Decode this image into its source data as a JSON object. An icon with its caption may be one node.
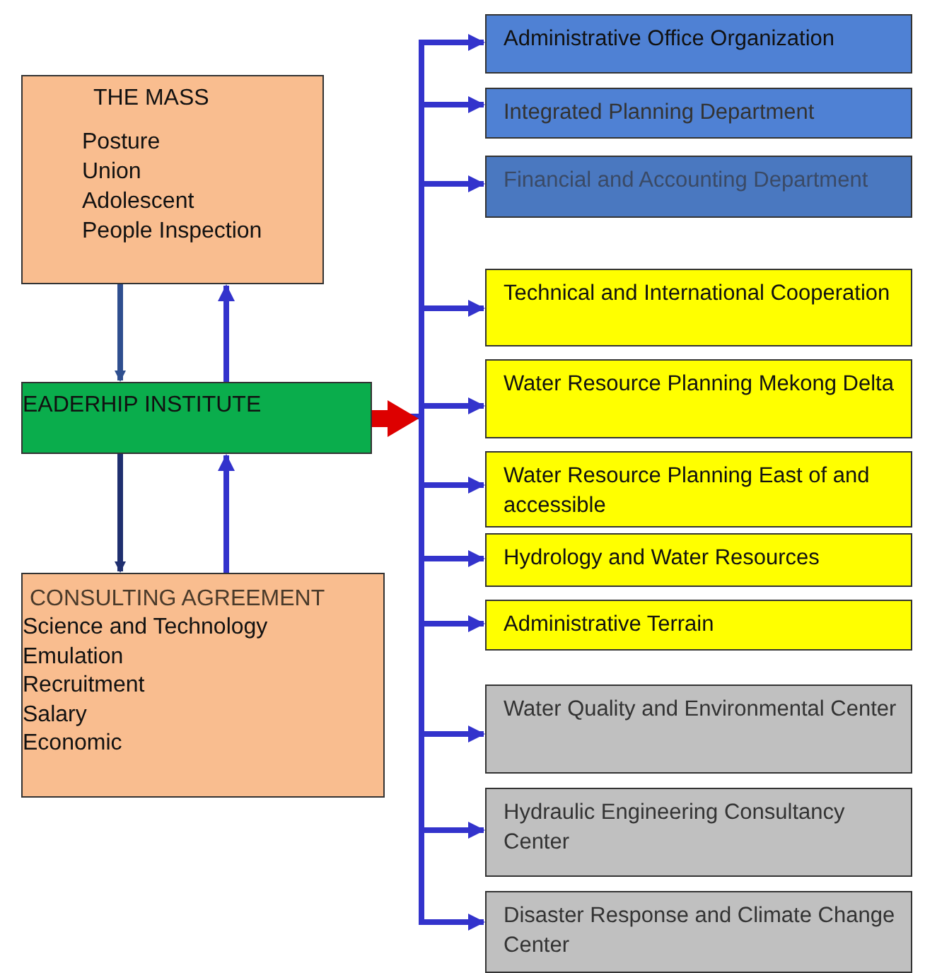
{
  "diagram": {
    "nodes": [
      {
        "text": [
          "THE MASS",
          "Posture",
          "Union",
          "Adolescent",
          "People Inspection"
        ]
      },
      {
        "text": [
          "EADERHIP INSTITUTE"
        ]
      },
      {
        "text": [
          "CONSULTING AGREEMENT",
          "Science and Technology",
          "Emulation",
          "Recruitment",
          "Salary",
          "Economic"
        ]
      },
      {
        "text": [
          "Administrative Office Organization"
        ]
      },
      {
        "text": [
          "Integrated Planning Department"
        ]
      },
      {
        "text": [
          "Financial and Accounting Department"
        ]
      },
      {
        "text": [
          "Technical and International Cooperation"
        ]
      },
      {
        "text": [
          "Water Resource Planning Mekong Delta"
        ]
      },
      {
        "text": [
          "Water Resource Planning East of and accessible"
        ]
      },
      {
        "text": [
          "Hydrology and Water Resources"
        ]
      },
      {
        "text": [
          "Administrative Terrain"
        ]
      },
      {
        "text": [
          "Water Quality and Environmental Center"
        ]
      },
      {
        "text": [
          "Hydraulic Engineering Consultancy Center"
        ]
      },
      {
        "text": [
          "Disaster Response and Climate Change Center"
        ]
      }
    ],
    "edges": [
      {
        "from": 0,
        "to": 1,
        "arrow": "to",
        "color": "#2f4f8f"
      },
      {
        "from": 1,
        "to": 0,
        "arrow": "to"
      },
      {
        "from": 1,
        "to": 2,
        "arrow": "to",
        "color": "#1f2f6f"
      },
      {
        "from": 2,
        "to": 1,
        "arrow": "to"
      },
      {
        "from": 1,
        "to": 3,
        "arrow": "to"
      },
      {
        "from": 1,
        "to": 4,
        "arrow": "to"
      },
      {
        "from": 1,
        "to": 5,
        "arrow": "to"
      },
      {
        "from": 1,
        "to": 6,
        "arrow": "to"
      },
      {
        "from": 1,
        "to": 7,
        "arrow": "to"
      },
      {
        "from": 1,
        "to": 8,
        "arrow": "to"
      },
      {
        "from": 1,
        "to": 9,
        "arrow": "to"
      },
      {
        "from": 1,
        "to": 10,
        "arrow": "to"
      },
      {
        "from": 1,
        "to": 11,
        "arrow": "to"
      },
      {
        "from": 1,
        "to": 12,
        "arrow": "to"
      },
      {
        "from": 1,
        "to": 13,
        "arrow": "to"
      }
    ]
  }
}
